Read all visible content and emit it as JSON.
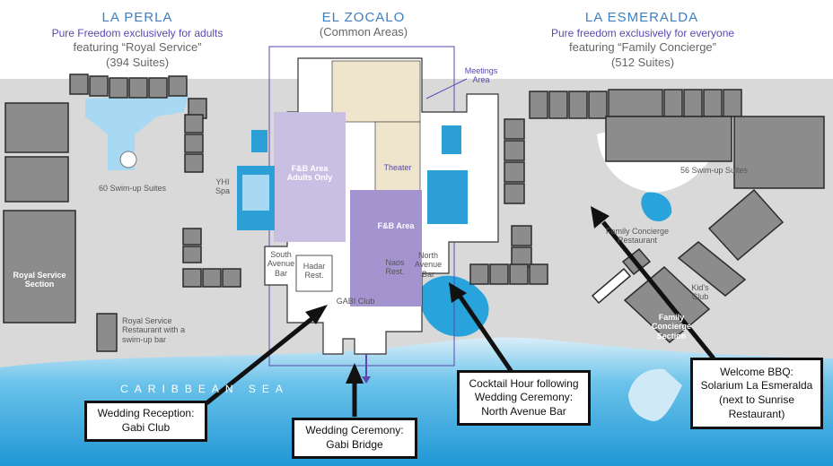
{
  "header": {
    "la_perla": {
      "title": "LA PERLA",
      "subtitle": "Pure Freedom exclusively for adults",
      "featuring": "featuring “Royal Service”",
      "suites": "(394 Suites)"
    },
    "el_zocalo": {
      "title": "EL ZOCALO",
      "subtitle": "(Common Areas)"
    },
    "la_esmeralda": {
      "title": "LA ESMERALDA",
      "subtitle": "Pure freedom exclusively for everyone",
      "featuring": "featuring “Family Concierge”",
      "suites": "(512 Suites)"
    }
  },
  "areas": {
    "meetings": "Meetings\nArea",
    "theater": "Theater",
    "fb_adults": "F&B Area\nAdults Only",
    "fb_area": "F&B Area",
    "yhi_spa": "YHI\nSpa",
    "swimup_60": "60 Swim-up Suites",
    "swimup_56": "56 Swim-up Suites",
    "royal_service_section": "Royal Service\nSection",
    "royal_service_restaurant": "Royal Service\nRestaurant with a\nswim-up bar",
    "south_avenue_bar": "South\nAvenue\nBar",
    "hadar": "Hadar\nRest.",
    "naos": "Naos\nRest.",
    "north_avenue_bar": "North\nAvenue\nBar",
    "gabi_club": "GABI Club",
    "family_concierge_restaurant": "Family Concierge\nRestaurant",
    "kids_club": "Kid's\nClub",
    "family_concierge_section": "Family\nConcierge\nSection",
    "caribbean_sea": "CARIBBEAN SEA"
  },
  "callouts": {
    "wedding_reception": "Wedding Reception:\nGabi Club",
    "wedding_ceremony": "Wedding Ceremony:\nGabi Bridge",
    "cocktail_hour": "Cocktail Hour following\nWedding Ceremony:\nNorth Avenue Bar",
    "welcome_bbq": "Welcome BBQ:\nSolarium La Esmeralda\n(next to Sunrise\nRestaurant)"
  },
  "colors": {
    "land": "#d9d9d9",
    "building": "#8c8c8c",
    "building_outline": "#2b2b2b",
    "sea": "#29a3dc",
    "pool": "#a7d9f2",
    "common_tan": "#efe4cc",
    "adults_lilac": "#c8bfe3",
    "fb_purple": "#a393cf",
    "title_blue": "#3d7fbf",
    "subtitle_purple": "#5a48b0"
  }
}
